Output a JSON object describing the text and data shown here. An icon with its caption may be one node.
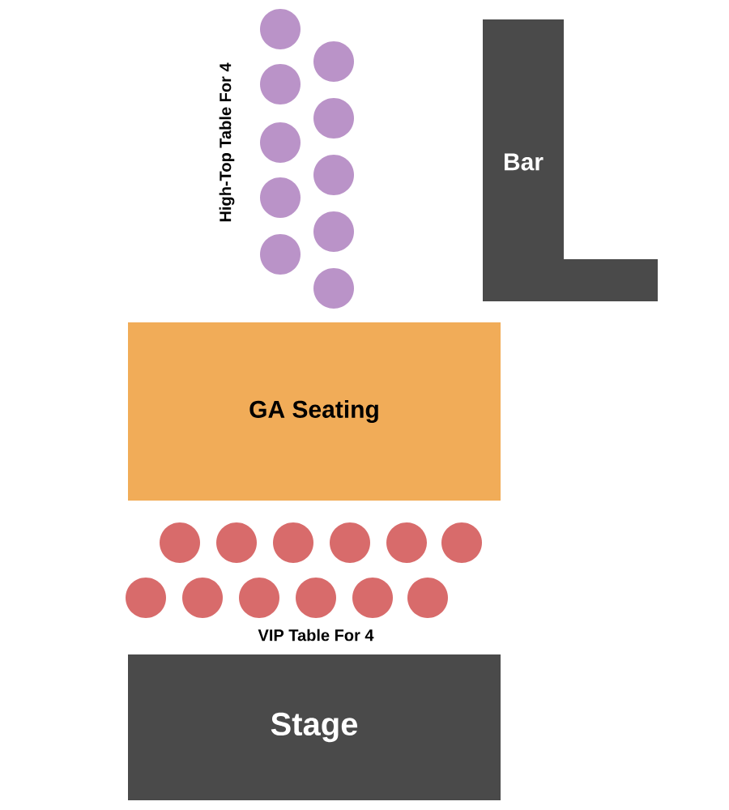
{
  "diagram": {
    "nodes": [
      {
        "text": [],
        "shape": "circle"
      },
      {
        "text": [],
        "shape": "circle"
      },
      {
        "text": [],
        "shape": "circle"
      },
      {
        "text": [],
        "shape": "circle"
      },
      {
        "text": [],
        "shape": "circle"
      },
      {
        "text": [],
        "shape": "circle"
      },
      {
        "text": [],
        "shape": "circle"
      },
      {
        "text": [],
        "shape": "circle"
      },
      {
        "text": [],
        "shape": "circle"
      },
      {
        "text": [],
        "shape": "circle"
      },
      {
        "text": [
          "Bar"
        ]
      },
      {
        "text": [
          "GA Seating"
        ]
      },
      {
        "text": [],
        "shape": "circle"
      },
      {
        "text": [],
        "shape": "circle"
      },
      {
        "text": [],
        "shape": "circle"
      },
      {
        "text": [],
        "shape": "circle"
      },
      {
        "text": [],
        "shape": "circle"
      },
      {
        "text": [],
        "shape": "circle"
      },
      {
        "text": [],
        "shape": "circle"
      },
      {
        "text": [],
        "shape": "circle"
      },
      {
        "text": [],
        "shape": "circle"
      },
      {
        "text": [],
        "shape": "circle"
      },
      {
        "text": [],
        "shape": "circle"
      },
      {
        "text": [],
        "shape": "circle"
      },
      {
        "text": [
          "Stage"
        ]
      }
    ],
    "labels": [
      "High-Top Table For 4",
      "VIP Table For 4"
    ]
  }
}
